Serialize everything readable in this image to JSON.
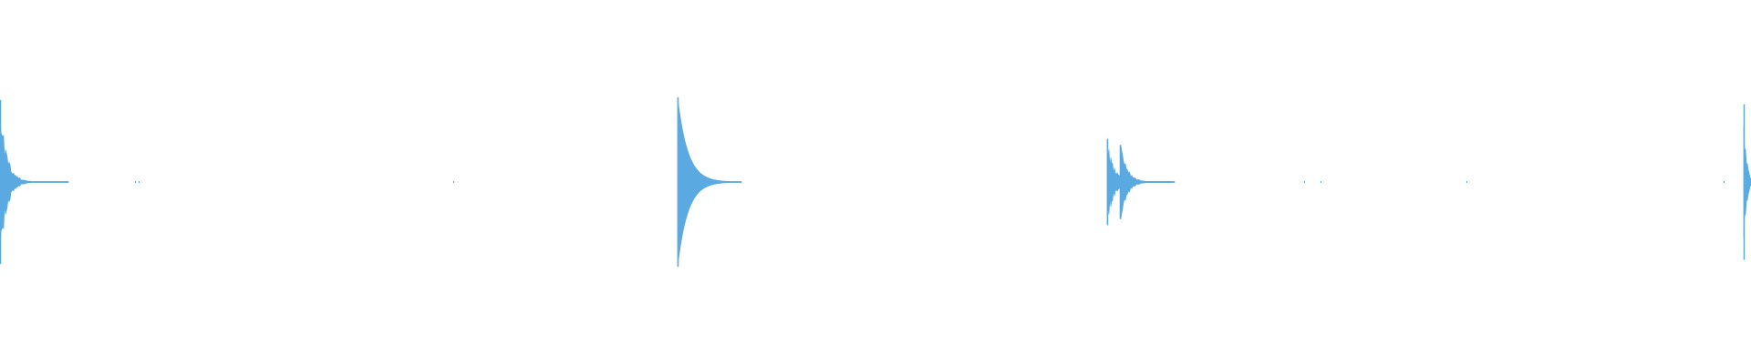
{
  "waveform": {
    "color": "#5aa9e1",
    "background": "#ffffff",
    "events": [
      {
        "kind": "transient",
        "peak": 0.95,
        "decay": "medium"
      },
      {
        "kind": "transient",
        "peak": 0.98,
        "decay": "smooth"
      },
      {
        "kind": "double-transient",
        "peak": 0.5,
        "decay": "medium"
      },
      {
        "kind": "transient",
        "peak": 0.9,
        "decay": "short"
      }
    ]
  }
}
